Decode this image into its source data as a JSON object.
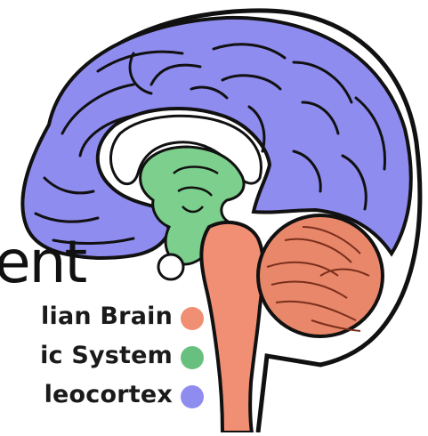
{
  "title_fragment": "ent",
  "legend": [
    {
      "label": "lian Brain",
      "color": "#f08f74"
    },
    {
      "label": "ic System",
      "color": "#68c07e"
    },
    {
      "label": "leocortex",
      "color": "#8f8cf0"
    }
  ],
  "colors": {
    "neocortex": "#8f8cf0",
    "limbic": "#7ccf8c",
    "reptilian": "#f08f74",
    "cerebellum": "#e8876a",
    "outline": "#111111"
  }
}
